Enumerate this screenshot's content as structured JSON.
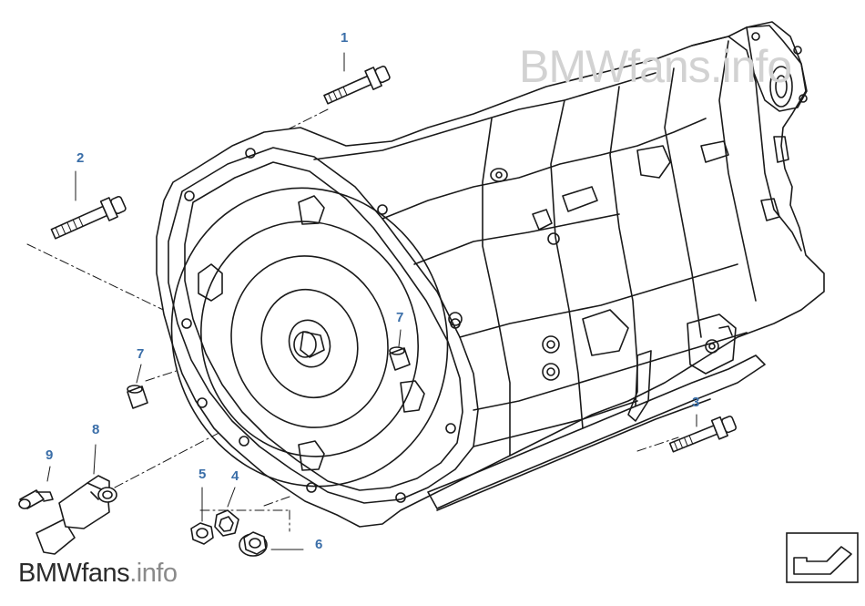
{
  "diagram": {
    "callouts": [
      {
        "id": "c1",
        "label": "1"
      },
      {
        "id": "c2",
        "label": "2"
      },
      {
        "id": "c3",
        "label": "3"
      },
      {
        "id": "c4",
        "label": "4"
      },
      {
        "id": "c5",
        "label": "5"
      },
      {
        "id": "c6",
        "label": "6"
      },
      {
        "id": "c7a",
        "label": "7"
      },
      {
        "id": "c7b",
        "label": "7"
      },
      {
        "id": "c8",
        "label": "8"
      },
      {
        "id": "c9",
        "label": "9"
      }
    ],
    "watermark_top": "BMWfans.info",
    "watermark_bottom": {
      "brand": "BMWfans",
      "tld": ".info"
    },
    "nav_icon": "return-arrow-icon",
    "colors": {
      "callout": "#3a6ea8",
      "line": "#1a1a1a",
      "watermark": "#d2d2d2"
    }
  }
}
